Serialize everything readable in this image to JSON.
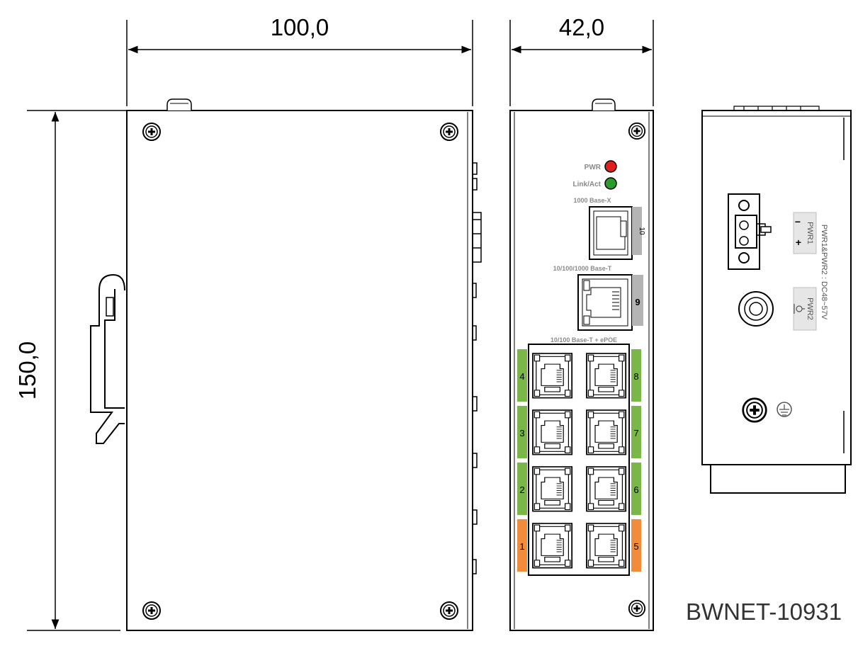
{
  "dimensions": {
    "width": "100,0",
    "depth": "42,0",
    "height": "150,0"
  },
  "front_panel": {
    "led_pwr_label": "PWR",
    "led_link_label": "Link/Act",
    "sfp_group_label": "1000 Base-X",
    "sfp_port_number": "10",
    "rj45_group_label": "10/100/1000 Base-T",
    "rj45_port_number": "9",
    "poe_group_label": "10/100 Base-T + ePOE",
    "poe_ports_left": [
      "4",
      "3",
      "2",
      "1"
    ],
    "poe_ports_right": [
      "8",
      "7",
      "6",
      "5"
    ]
  },
  "top_panel": {
    "power_spec_label": "PWR1&PWR2 : DC48~57V",
    "pwr1_label": "PWR1",
    "pwr1_minus": "−",
    "pwr1_plus": "+",
    "pwr2_label": "PWR2"
  },
  "model_name": "BWNET-10931",
  "colors": {
    "led_pwr": "#e02020",
    "led_link": "#2a9a2a",
    "poe_port_tab": "#7ab648",
    "poe_port_tab_highlight": "#f08c3c",
    "port_tab_grey": "#b4b4b4"
  }
}
